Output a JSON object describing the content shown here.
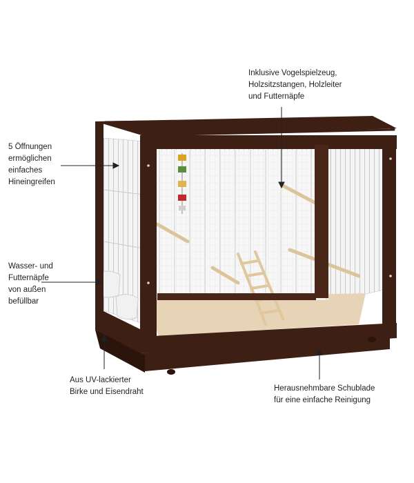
{
  "annotations": {
    "accessories": [
      "Inklusive Vogelspielzeug,",
      "Holzsitzstangen, Holzleiter",
      "und Futternäpfe"
    ],
    "openings": [
      "5 Öffnungen",
      "ermöglichen",
      "einfaches",
      "Hineingreifen"
    ],
    "feeders": [
      "Wasser- und",
      "Futternäpfe",
      "von außen",
      "befüllbar"
    ],
    "material": [
      "Aus UV-lackierter",
      "Birke und Eisendraht"
    ],
    "drawer": [
      "Herausnehmbare Schublade",
      "für eine einfache Reinigung"
    ]
  },
  "colors": {
    "frame": "#3d1f14",
    "frame_dark": "#2a140c",
    "roof": "#8c8c8c",
    "wire": "#d9d9d9",
    "floor": "#e6d2b4",
    "perch": "#e9d3ad",
    "text": "#1f1f1f"
  }
}
